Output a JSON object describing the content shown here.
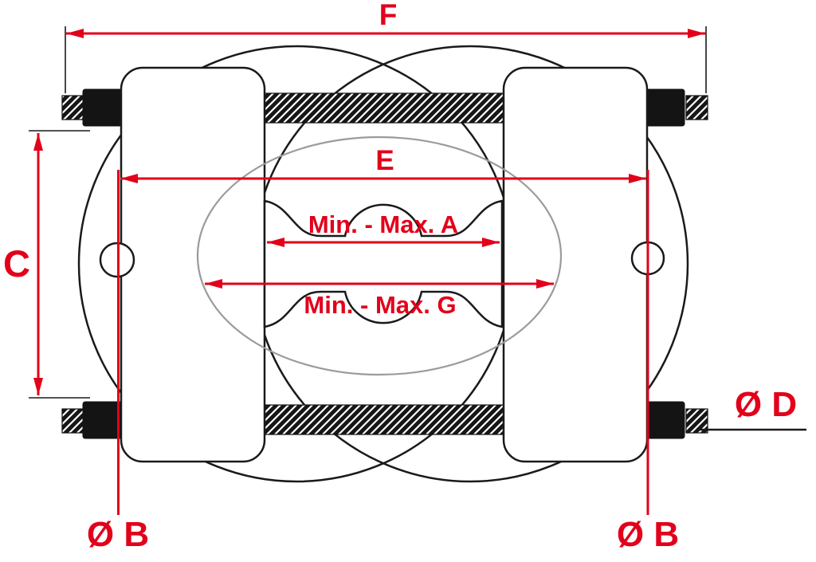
{
  "diagram": {
    "colors": {
      "dimension_red": "#e2001a",
      "outline_black": "#1a1a1a",
      "phantom_gray": "#9b9b9b",
      "background": "#ffffff"
    },
    "dimensions": {
      "f": {
        "label": "F"
      },
      "e": {
        "label": "E"
      },
      "c": {
        "label": "C"
      },
      "a": {
        "label": "Min. - Max. A"
      },
      "g": {
        "label": "Min. - Max. G"
      },
      "b_left": {
        "label": "Ø B"
      },
      "b_right": {
        "label": "Ø B"
      },
      "d": {
        "label": "Ø D"
      }
    }
  }
}
